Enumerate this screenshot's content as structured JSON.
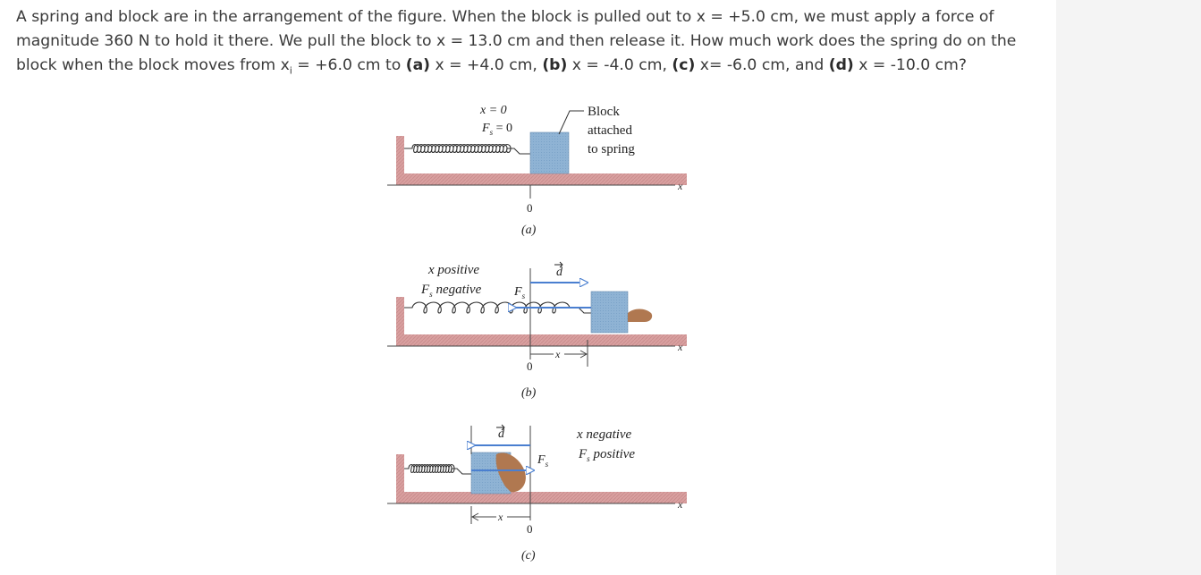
{
  "question": {
    "intro": "A spring and block are in the arrangement of the figure. When the block is pulled out to x = +5.0 cm, we must apply a force of magnitude 360 N to hold it there. We pull the block to x = 13.0 cm and then release it. How much work does the spring do on the block when the block moves from x",
    "sub_i": "i",
    "from_value": " = +6.0 cm to ",
    "part_a_label": "(a)",
    "part_a_value": " x = +4.0 cm, ",
    "part_b_label": "(b)",
    "part_b_value": " x = -4.0 cm, ",
    "part_c_label": "(c)",
    "part_c_value": " x= -6.0 cm, and ",
    "part_d_label": "(d)",
    "part_d_value": " x = -10.0 cm?"
  },
  "figure": {
    "panel_a": {
      "x_eq": "x = 0",
      "fs_label": "F",
      "fs_sub": "s",
      "fs_eq": " = 0",
      "block_line1": "Block",
      "block_line2": "attached",
      "block_line3": "to spring",
      "axis_x": "x",
      "zero": "0",
      "caption": "(a)"
    },
    "panel_b": {
      "line1": "x positive",
      "f_label": "F",
      "f_sub": "s",
      "line2_rest": " negative",
      "d_label": "d",
      "fs_vec": "F",
      "fs_vec_sub": "s",
      "x_dim": "x",
      "axis_x": "x",
      "zero": "0",
      "caption": "(b)"
    },
    "panel_c": {
      "line1": "x negative",
      "f_label": "F",
      "f_sub": "s",
      "line2_rest": " positive",
      "d_label": "d",
      "fs_vec": "F",
      "fs_vec_sub": "s",
      "x_dim": "x",
      "axis_x": "x",
      "zero": "0",
      "caption": "(c)"
    },
    "colors": {
      "block": "#8fb3d4",
      "floor": "#d9a0a0",
      "arrow": "#4a7fd0",
      "hand": "#b07850"
    }
  }
}
